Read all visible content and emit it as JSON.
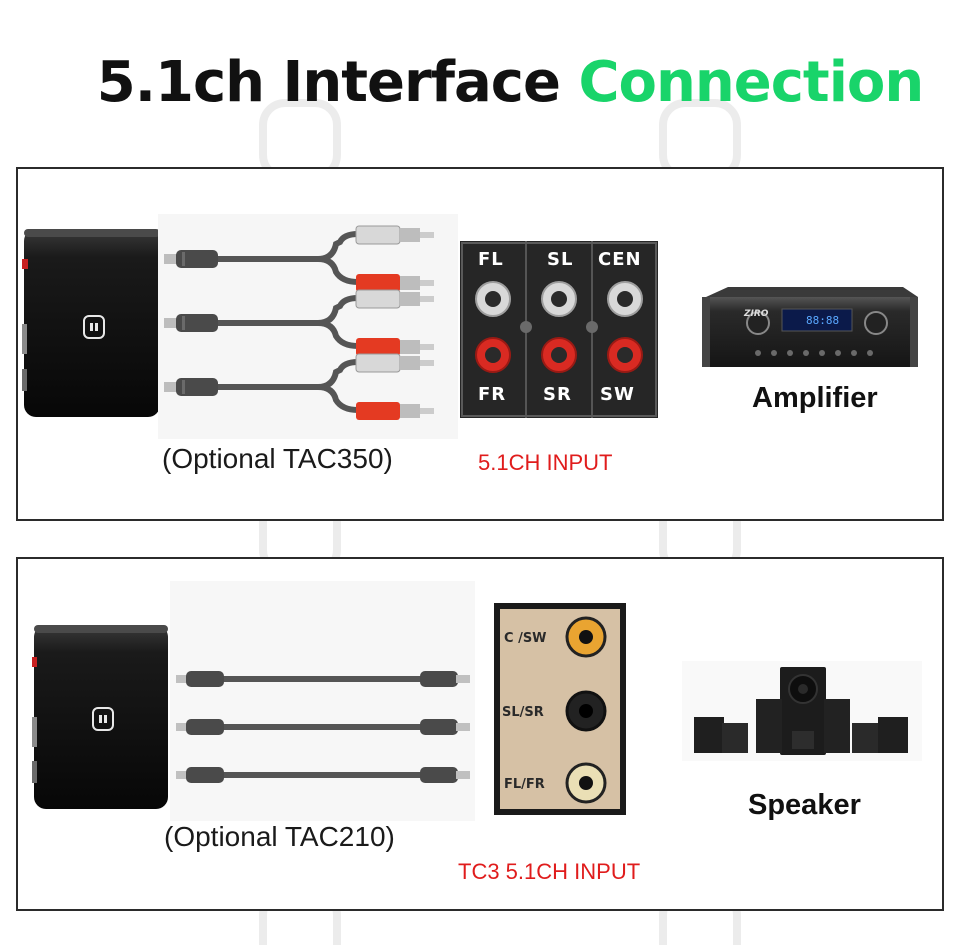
{
  "title": {
    "main": "5.1ch Interface",
    "accent": "Connection"
  },
  "colors": {
    "accent": "#19d46a",
    "input_label": "#e01c1c",
    "border": "#2b2b2b",
    "title": "#111111"
  },
  "top_panel": {
    "caption": "(Optional TAC350)",
    "input_label": "5.1CH INPUT",
    "device_label": "Amplifier",
    "jack_labels": [
      "FL",
      "SL",
      "CEN",
      "FR",
      "SR",
      "SW"
    ],
    "amp_brand": "ZIRO",
    "amp_display": "88:88"
  },
  "bottom_panel": {
    "caption": "(Optional TAC210)",
    "input_label": "TC3 5.1CH INPUT",
    "device_label": "Speaker",
    "jack_labels": [
      "C /SW",
      "SL/SR",
      "FL/FR"
    ]
  },
  "icons": [
    "device-logo-icon",
    "rca-cable-icon",
    "aux-cable-icon",
    "amplifier-image",
    "speaker-system-image"
  ]
}
